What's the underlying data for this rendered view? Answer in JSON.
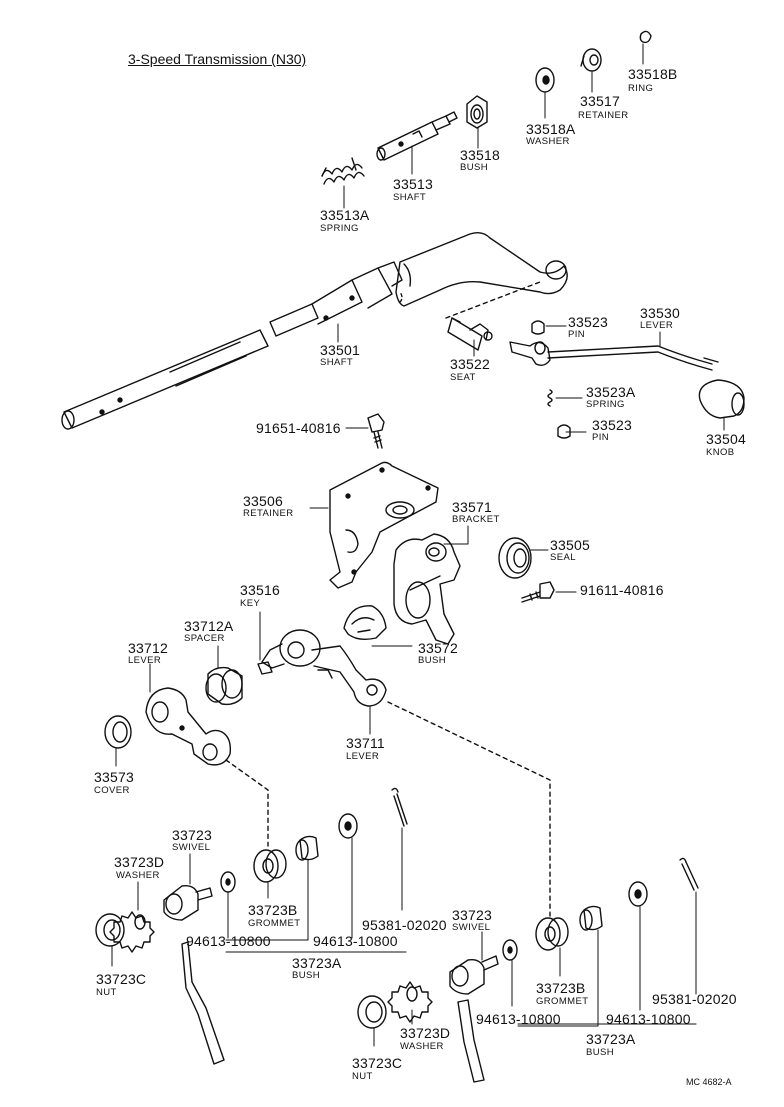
{
  "title": "3-Speed Transmission (N30)",
  "drawing_code": "MC 4682-A",
  "parts": [
    {
      "number": "33518B",
      "name": "RING"
    },
    {
      "number": "33517",
      "name": "RETAINER"
    },
    {
      "number": "33518A",
      "name": "WASHER"
    },
    {
      "number": "33518",
      "name": "BUSH"
    },
    {
      "number": "33513",
      "name": "SHAFT"
    },
    {
      "number": "33513A",
      "name": "SPRING"
    },
    {
      "number": "33501",
      "name": "SHAFT"
    },
    {
      "number": "33522",
      "name": "SEAT"
    },
    {
      "number": "33523",
      "name": "PIN"
    },
    {
      "number": "33530",
      "name": "LEVER"
    },
    {
      "number": "33523A",
      "name": "SPRING"
    },
    {
      "number": "33523",
      "name": "PIN"
    },
    {
      "number": "33504",
      "name": "KNOB"
    },
    {
      "number": "91651-40816",
      "name": ""
    },
    {
      "number": "33506",
      "name": "RETAINER"
    },
    {
      "number": "33571",
      "name": "BRACKET"
    },
    {
      "number": "33505",
      "name": "SEAL"
    },
    {
      "number": "91611-40816",
      "name": ""
    },
    {
      "number": "33516",
      "name": "KEY"
    },
    {
      "number": "33712A",
      "name": "SPACER"
    },
    {
      "number": "33712",
      "name": "LEVER"
    },
    {
      "number": "33572",
      "name": "BUSH"
    },
    {
      "number": "33711",
      "name": "LEVER"
    },
    {
      "number": "33573",
      "name": "COVER"
    },
    {
      "number": "33723",
      "name": "SWIVEL"
    },
    {
      "number": "33723D",
      "name": "WASHER"
    },
    {
      "number": "33723B",
      "name": "GROMMET"
    },
    {
      "number": "94613-10800",
      "name": ""
    },
    {
      "number": "94613-10800",
      "name": ""
    },
    {
      "number": "95381-02020",
      "name": ""
    },
    {
      "number": "33723A",
      "name": "BUSH"
    },
    {
      "number": "33723C",
      "name": "NUT"
    },
    {
      "number": "33723",
      "name": "SWIVEL"
    },
    {
      "number": "33723B",
      "name": "GROMMET"
    },
    {
      "number": "95381-02020",
      "name": ""
    },
    {
      "number": "94613-10800",
      "name": ""
    },
    {
      "number": "94613-10800",
      "name": ""
    },
    {
      "number": "33723A",
      "name": "BUSH"
    },
    {
      "number": "33723D",
      "name": "WASHER"
    },
    {
      "number": "33723C",
      "name": "NUT"
    }
  ]
}
